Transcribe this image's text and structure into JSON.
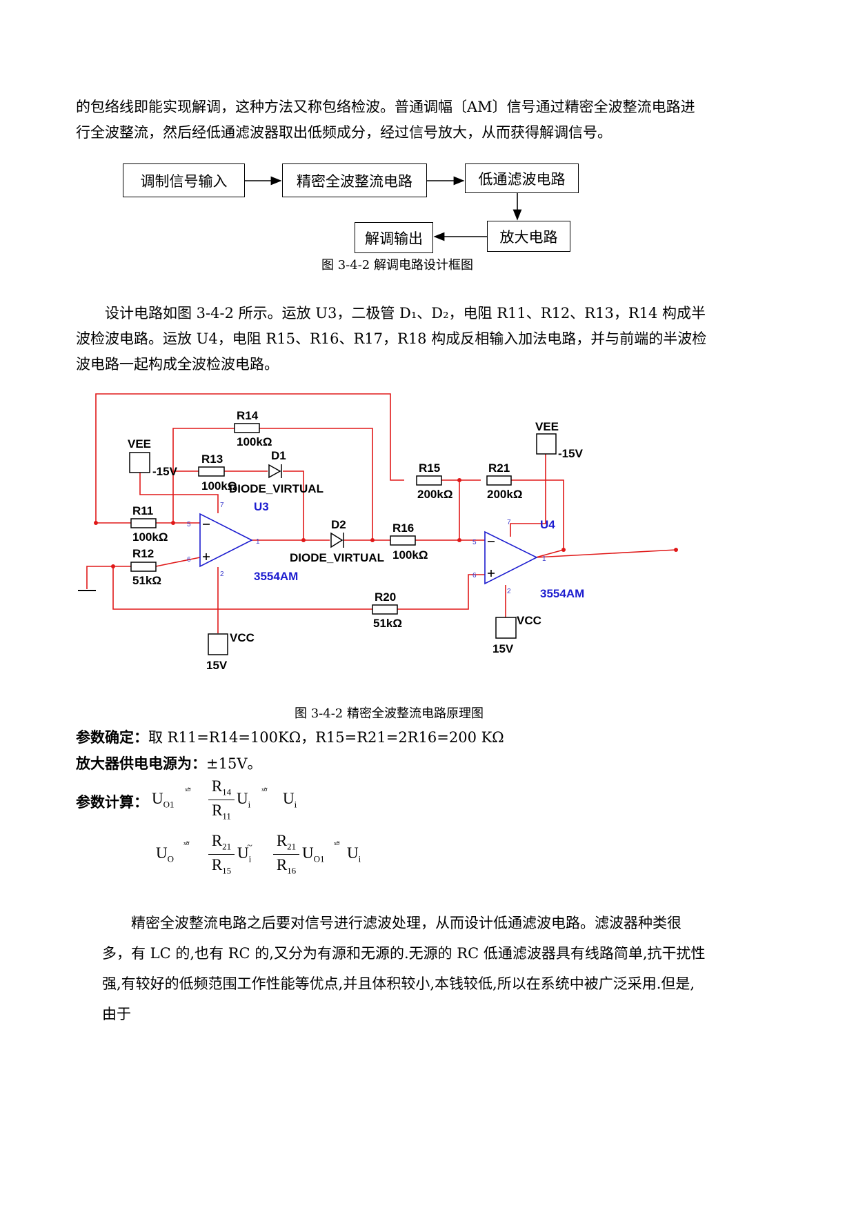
{
  "paragraphs": {
    "intro": "的包络线即能实现解调，这种方法又称包络检波。普通调幅〔AM〕信号通过精密全波整流电路进行全波整流，然后经低通滤波器取出低频成分，经过信号放大，从而获得解调信号。",
    "design": "设计电路如图 3-4-2 所示。运放 U3，二极管 D₁、D₂，电阻 R11、R12、R13，R14 构成半波检波电路。运放 U4，电阻 R15、R16、R17，R18 构成反相输入加法电路，并与前端的半波检波电路一起构成全波检波电路。",
    "filter": "精密全波整流电路之后要对信号进行滤波处理，从而设计低通滤波电路。滤波器种类很多，有 LC 的,也有 RC 的,又分为有源和无源的.无源的 RC 低通滤波器具有线路简单,抗干扰性强,有较好的低频范围工作性能等优点,并且体积较小,本钱较低,所以在系统中被广泛采用.但是,由于"
  },
  "block_diagram": {
    "input": "调制信号输入",
    "rectifier": "精密全波整流电路",
    "lowpass": "低通滤波电路",
    "amplifier": "放大电路",
    "output": "解调输出",
    "caption": "图 3-4-2    解调电路设计框图"
  },
  "schematic": {
    "caption": "图 3-4-2  精密全波整流电路原理图",
    "labels": {
      "r14": "R14",
      "r14v": "100kΩ",
      "r13": "R13",
      "r13v": "100kΩ",
      "d1": "D1",
      "d1t": "DIODE_VIRTUAL",
      "vee_l": "VEE",
      "vee_lv": "-15V",
      "u3": "U3",
      "u3t": "3554AM",
      "r11": "R11",
      "r11v": "100kΩ",
      "r12": "R12",
      "r12v": "51kΩ",
      "d2": "D2",
      "d2t": "DIODE_VIRTUAL",
      "r16": "R16",
      "r16v": "100kΩ",
      "r15": "R15",
      "r15v": "200kΩ",
      "r21": "R21",
      "r21v": "200kΩ",
      "vee_r": "VEE",
      "vee_rv": "-15V",
      "u4": "U4",
      "u4t": "3554AM",
      "r20": "R20",
      "r20v": "51kΩ",
      "vcc_l": "VCC",
      "vcc_lv": "15V",
      "vcc_r": "VCC",
      "vcc_rv": "15V",
      "p7a": "7",
      "p5a": "5",
      "p6a": "6",
      "p1a": "1",
      "p2a": "2",
      "p7b": "7",
      "p5b": "5",
      "p6b": "6",
      "p1b": "1",
      "p2b": "2"
    }
  },
  "params": {
    "label1": "参数确定：",
    "text1": "取 R11=R14=100KΩ，R15=R21=2R16=200 KΩ",
    "label2": "放大器供电电源为：",
    "text2": "±15V。",
    "label3": "参数计算："
  },
  "equations": {
    "u": "U",
    "o1": "O1",
    "o": "O",
    "i": "i",
    "approx": "ˣ̃ᵒ",
    "tilde": "~",
    "r": "R",
    "s14": "14",
    "s11": "11",
    "s21": "21",
    "s15": "15",
    "s16": "16"
  }
}
